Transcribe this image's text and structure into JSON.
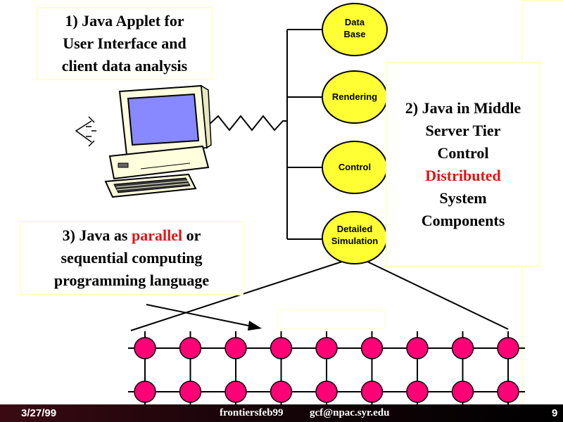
{
  "colors": {
    "accent": "#ffffcc",
    "node_fill": "#ffff33",
    "mesh_node": "#ff0077",
    "highlight": "#e01515",
    "monitor_screen": "#8888ff"
  },
  "box1": {
    "lines": [
      "1) Java Applet for",
      "User Interface and",
      "client data analysis"
    ]
  },
  "box2": {
    "lines": [
      "2) Java in Middle",
      "Server Tier",
      "Control"
    ],
    "highlight": "Distributed",
    "lines_after": [
      "System",
      "Components"
    ]
  },
  "box3": {
    "line1_before": "3) Java as ",
    "line1_highlight": "parallel",
    "line1_after": " or",
    "line2": "sequential computing",
    "line3": "programming language"
  },
  "nodes": [
    {
      "label_lines": [
        "Data",
        "Base"
      ]
    },
    {
      "label_lines": [
        "Rendering"
      ]
    },
    {
      "label_lines": [
        "Control"
      ]
    },
    {
      "label_lines": [
        "Detailed",
        "Simulation"
      ]
    }
  ],
  "mesh": {
    "rows": 2,
    "cols": 9
  },
  "footer": {
    "date": "3/27/99",
    "file": "frontiersfeb99",
    "email": "gcf@npac.syr.edu",
    "page": "9"
  },
  "icons": [
    "computer-icon",
    "antenna-icon",
    "zigzag-connection-icon",
    "arrow-icon"
  ]
}
